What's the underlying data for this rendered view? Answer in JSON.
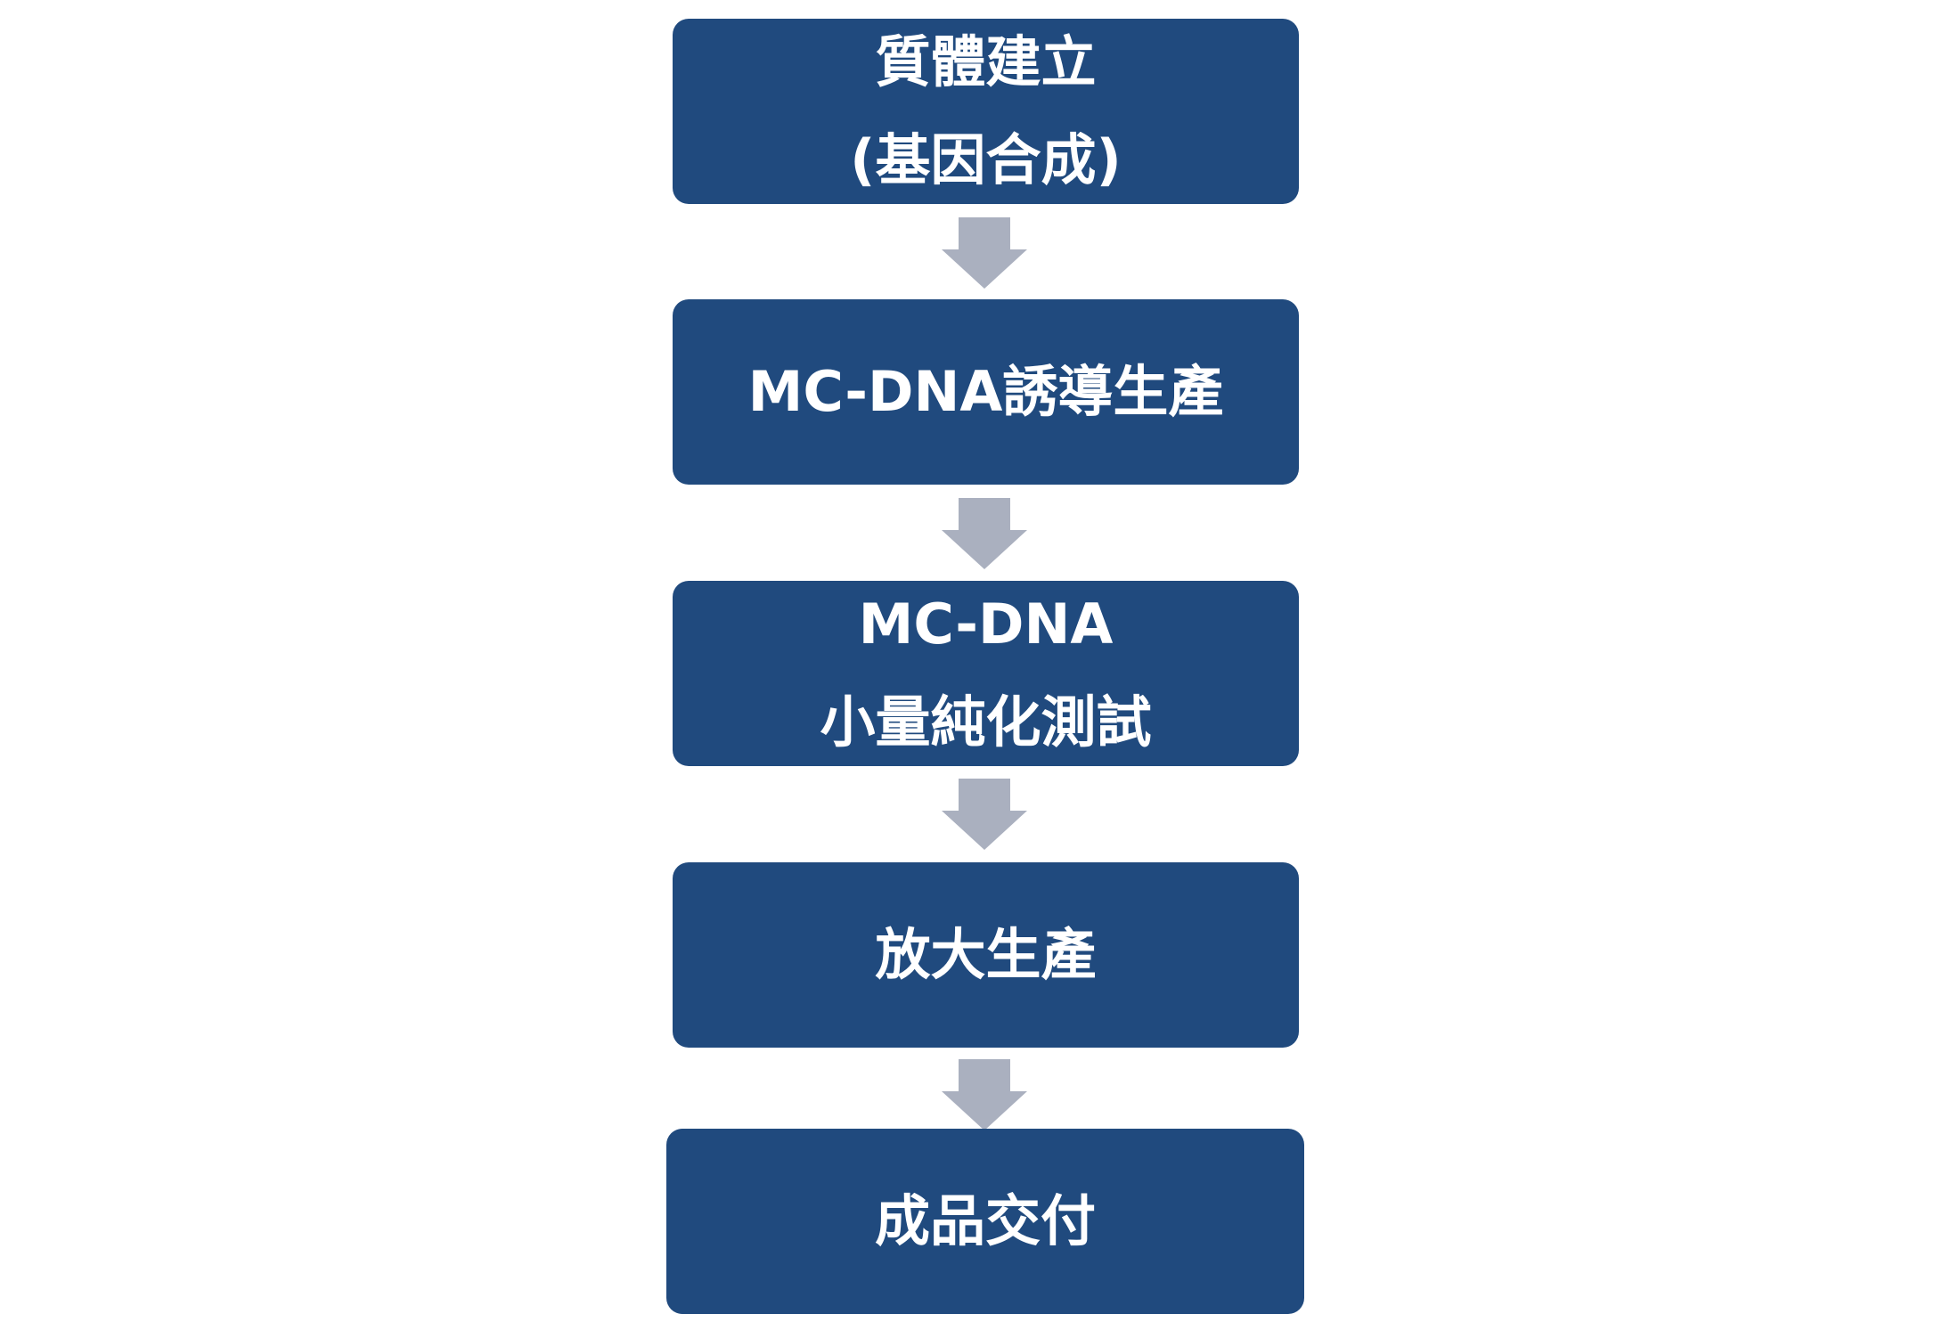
{
  "colors": {
    "box_fill": "#204a7e",
    "box_text": "#ffffff",
    "arrow_fill": "#aab0bf",
    "background": "#ffffff"
  },
  "steps": [
    {
      "line1": "質體建立",
      "line2": "(基因合成)"
    },
    {
      "line1": "MC-DNA誘導生產",
      "line2": ""
    },
    {
      "line1": "MC-DNA",
      "line2": "小量純化測試"
    },
    {
      "line1": "放大生產",
      "line2": ""
    },
    {
      "line1": "成品交付",
      "line2": ""
    }
  ]
}
